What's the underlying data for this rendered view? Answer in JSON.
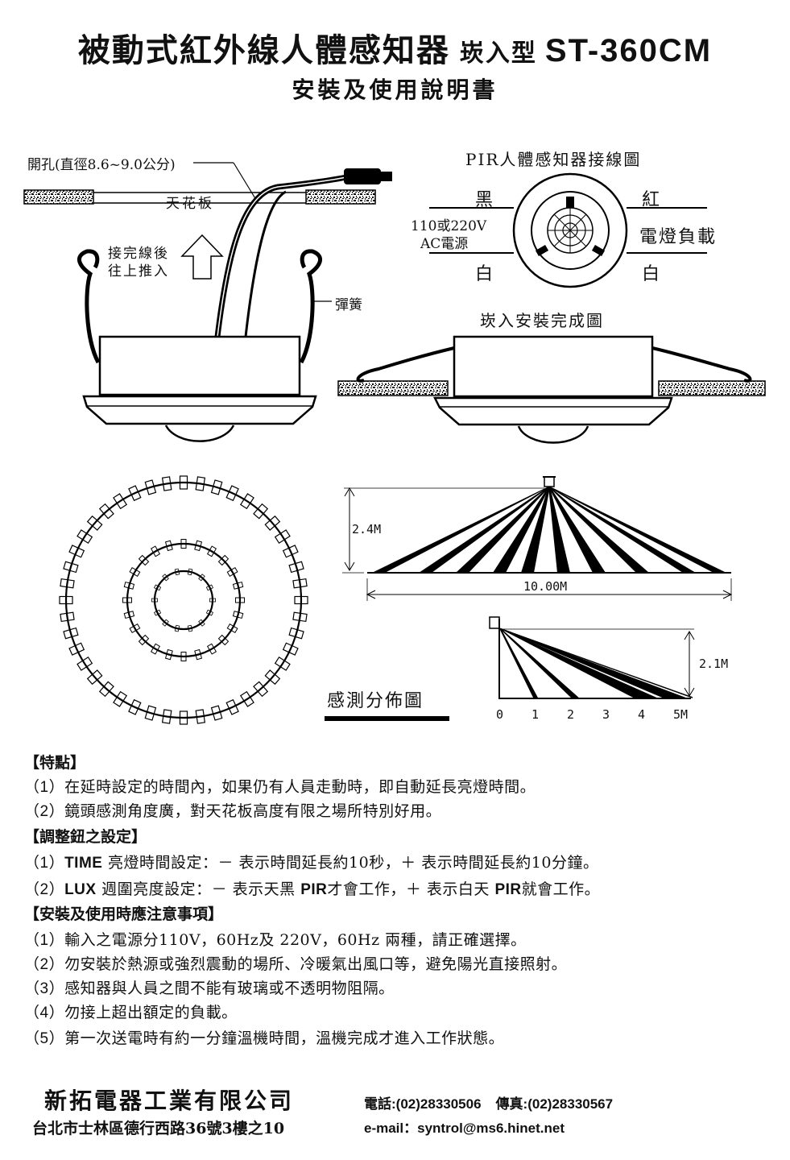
{
  "header": {
    "title": "被動式紅外線人體感知器",
    "type": "崁入型",
    "model": "ST-360CM",
    "subtitle": "安裝及使用說明書"
  },
  "install_diagram": {
    "hole_label": "開孔(直徑8.6~9.0公分)",
    "ceiling_label": "天花板",
    "push_label_1": "接完線後",
    "push_label_2": "往上推入",
    "spring_label": "彈簧"
  },
  "wiring_diagram": {
    "title": "PIR人體感知器接線圖",
    "black": "黑",
    "red": "紅",
    "power_1": "110或220V",
    "power_2": "AC電源",
    "load": "電燈負載",
    "white_left": "白",
    "white_right": "白"
  },
  "finished_diagram": {
    "title": "崁入安裝完成圖"
  },
  "coverage": {
    "title": "感測分佈圖",
    "height_label": "2.4M",
    "width_label": "10.00M",
    "side_height_label": "2.1M",
    "side_ticks": [
      "0",
      "1",
      "2",
      "3",
      "4",
      "5M"
    ]
  },
  "features": {
    "heading": "【特點】",
    "items": [
      {
        "num": "（1）",
        "text": "在延時設定的時間內，如果仍有人員走動時，即自動延長亮燈時間。"
      },
      {
        "num": "（2）",
        "text": "鏡頭感測角度廣，對天花板高度有限之場所特別好用。"
      }
    ]
  },
  "settings": {
    "heading": "【調整鈕之設定】",
    "items": [
      {
        "num": "（1）",
        "key": "TIME",
        "text": " 亮燈時間設定：－ 表示時間延長約10秒，＋ 表示時間延長約10分鐘。"
      },
      {
        "num": "（2）",
        "key": "LUX",
        "text1": "  週圍亮度設定：－ 表示天黑 ",
        "pir1": "PIR",
        "text2": "才會工作，＋ 表示白天 ",
        "pir2": "PIR",
        "text3": "就會工作。"
      }
    ]
  },
  "notes": {
    "heading": "【安裝及使用時應注意事項】",
    "items": [
      {
        "num": "（1）",
        "text": "輸入之電源分110V，60Hz及 220V，60Hz 兩種，請正確選擇。"
      },
      {
        "num": "（2）",
        "text": "勿安裝於熱源或強烈震動的場所、冷暖氣出風口等，避免陽光直接照射。"
      },
      {
        "num": "（3）",
        "text": "感知器與人員之間不能有玻璃或不透明物阻隔。"
      },
      {
        "num": "（4）",
        "text": "勿接上超出額定的負載。"
      },
      {
        "num": "（5）",
        "text": "第一次送電時有約一分鐘溫機時間，溫機完成才進入工作狀態。"
      }
    ]
  },
  "footer": {
    "company": "新拓電器工業有限公司",
    "address": "台北市士林區德行西路36號3樓之10",
    "tel_label": "電話:",
    "tel": "(02)28330506",
    "fax_label": "傳真:",
    "fax": "(02)28330567",
    "email_label": "e-mail：",
    "email": "syntrol@ms6.hinet.net"
  }
}
